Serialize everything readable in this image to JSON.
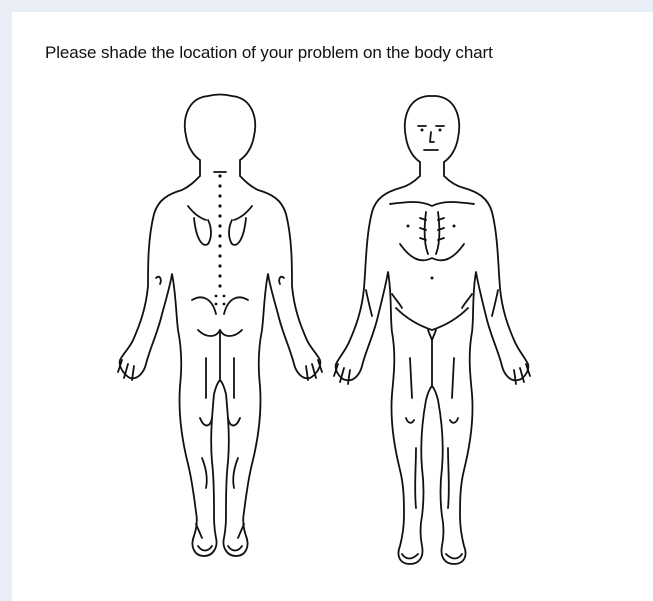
{
  "instruction": "Please shade the location of your problem on the body chart",
  "figures": [
    {
      "view": "back",
      "icon": "body-back-view-icon"
    },
    {
      "view": "front",
      "icon": "body-front-view-icon"
    }
  ],
  "colors": {
    "page_background": "#e9edf5",
    "sheet": "#ffffff",
    "ink": "#111111"
  }
}
